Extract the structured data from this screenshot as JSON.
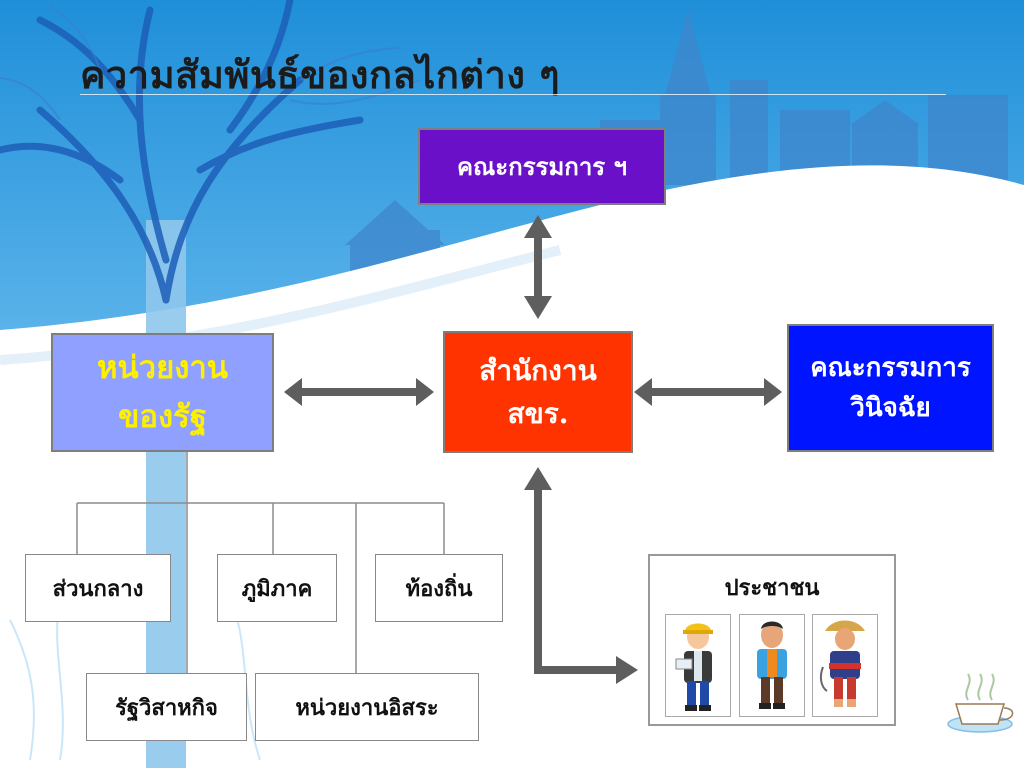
{
  "title": "ความสัมพันธ์ของกลไกต่าง ๆ",
  "nodes": {
    "committee": "คณะกรรมการ ฯ",
    "office": [
      "สำนักงาน",
      "สขร."
    ],
    "state_agencies": [
      "หน่วยงาน",
      "ของรัฐ"
    ],
    "tribunal": [
      "คณะกรรมการ",
      "วินิจฉัย"
    ],
    "people": "ประชาชน"
  },
  "sub_units": {
    "central": "ส่วนกลาง",
    "regional": "ภูมิภาค",
    "local": "ท้องถิ่น",
    "state_enterprise": "รัฐวิสาหกิจ",
    "independent": "หน่วยงานอิสระ"
  },
  "icons": [
    "person-engineer-icon",
    "person-man-icon",
    "person-farmer-icon",
    "coffee-cup-icon"
  ],
  "colors": {
    "committee": "#6a10c8",
    "office": "#ff3300",
    "state_agencies": "#8fa0ff",
    "state_agencies_text": "#ffef00",
    "tribunal": "#0014ff",
    "arrow": "#5e5e5e"
  }
}
